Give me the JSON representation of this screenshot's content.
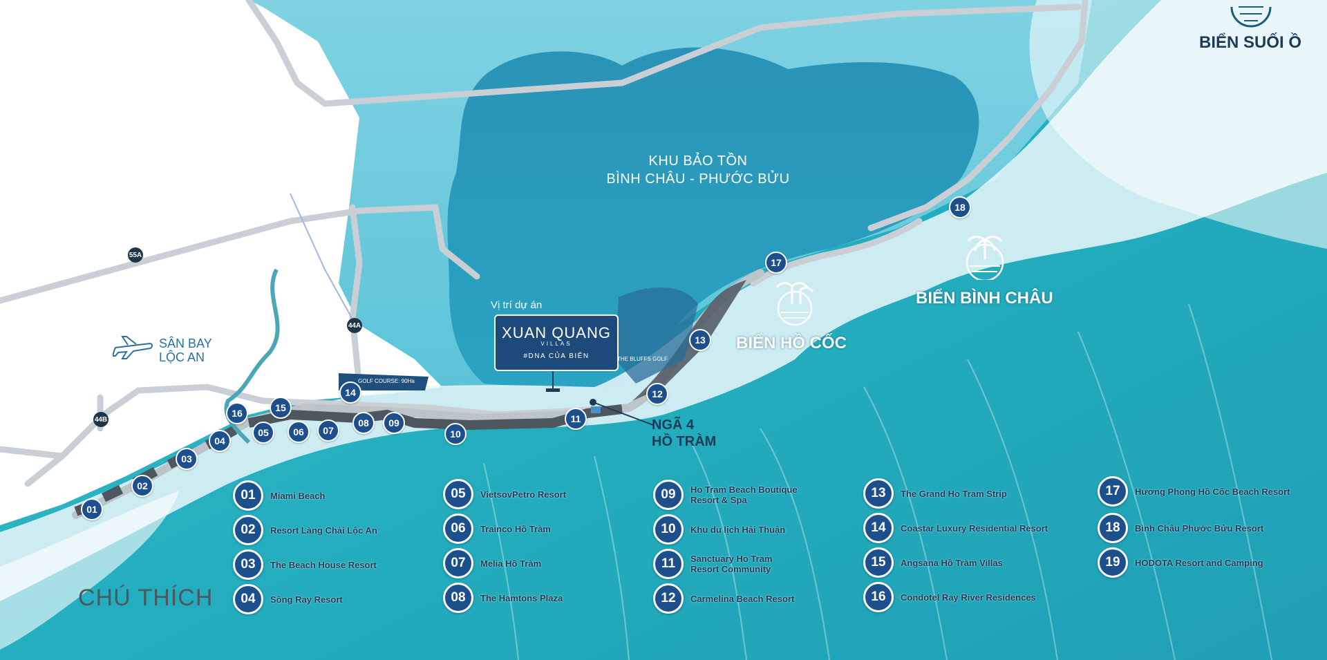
{
  "map": {
    "reserve_label": "KHU BẢO TỒN\nBÌNH CHÂU - PHƯỚC BỬU",
    "beaches": {
      "suoi_o": "BIỂN SUỐI Ồ",
      "binh_chau": "BIỂN BÌNH CHÂU",
      "ho_coc": "BIỂN HỒ CỐC"
    },
    "airport_label": "SÂN BAY\nLỘC AN",
    "project": {
      "caption": "Vị trí dự án",
      "name": "XUAN QUANG",
      "sub": "VILLAS",
      "tagline": "#DNA CỦA BIỂN"
    },
    "junction_label": "NGÃ 4\nHỒ TRÀM",
    "golf_course_label": "GOLF COURSE: 90Ha",
    "bluffs_label": "THE BLUFFS GOLF",
    "legend_title": "CHÚ THÍCH",
    "roads": [
      "55A",
      "44A",
      "44B"
    ],
    "markers": [
      "01",
      "02",
      "03",
      "04",
      "05",
      "06",
      "07",
      "08",
      "09",
      "10",
      "11",
      "12",
      "13",
      "14",
      "15",
      "16",
      "17",
      "18"
    ],
    "icon_names": [
      "beach-palm-icon",
      "wave-icon",
      "airplane-icon"
    ]
  },
  "legend": [
    {
      "num": "01",
      "label": "Miami Beach"
    },
    {
      "num": "02",
      "label": "Resort Làng Chài Lộc An"
    },
    {
      "num": "03",
      "label": "The Beach House Resort"
    },
    {
      "num": "04",
      "label": "Sông Ray Resort"
    },
    {
      "num": "05",
      "label": "VietsovPetro Resort"
    },
    {
      "num": "06",
      "label": "Trainco Hồ Tràm"
    },
    {
      "num": "07",
      "label": "Melia Hồ Tràm"
    },
    {
      "num": "08",
      "label": "The Hamtons Plaza"
    },
    {
      "num": "09",
      "label": "Ho Tram Beach Boutique\nResort & Spa"
    },
    {
      "num": "10",
      "label": "Khu du lịch Hải Thuận"
    },
    {
      "num": "11",
      "label": "Sanctuary Ho Tram\nResort Community"
    },
    {
      "num": "12",
      "label": "Carmelina Beach Resort"
    },
    {
      "num": "13",
      "label": "The Grand Ho Tram Strip"
    },
    {
      "num": "14",
      "label": "Coastar Luxury Residential Resort"
    },
    {
      "num": "15",
      "label": "Angsana Hồ Tràm Villas"
    },
    {
      "num": "16",
      "label": "Condotel Ray River Residences"
    },
    {
      "num": "17",
      "label": "Hương Phong Hồ Cốc Beach Resort"
    },
    {
      "num": "18",
      "label": "Bình Châu Phước Bửu Resort"
    },
    {
      "num": "19",
      "label": "HODOTA Resort and Camping"
    }
  ]
}
